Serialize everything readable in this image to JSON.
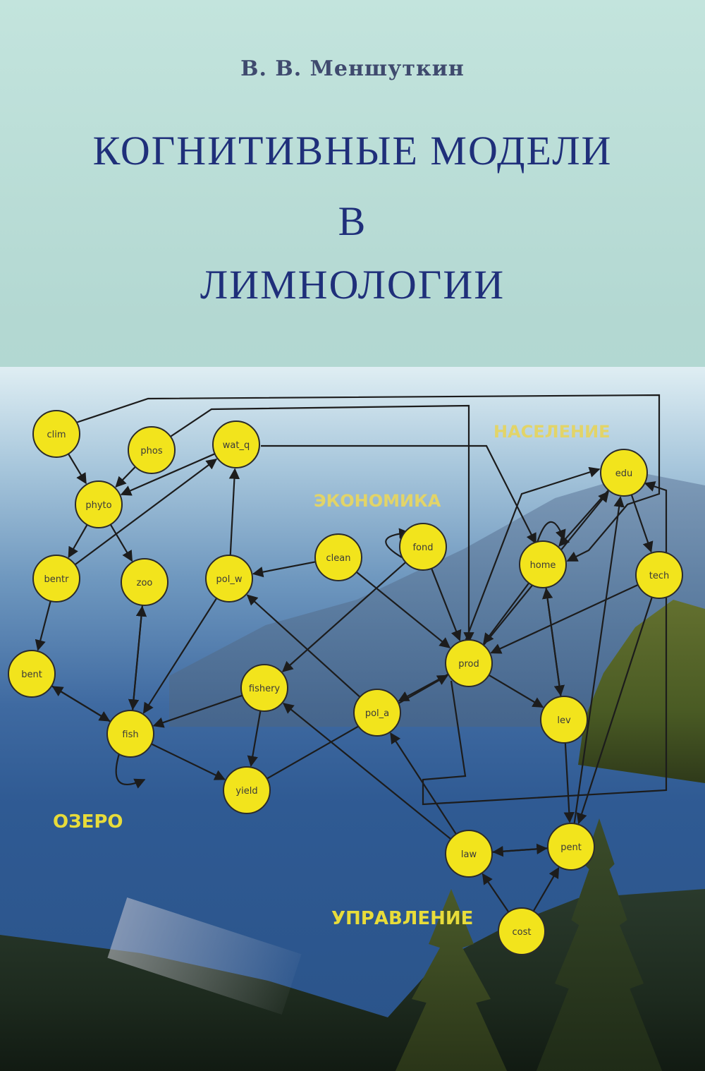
{
  "cover": {
    "author": "В. В. Меншуткин",
    "title_line1": "КОГНИТИВНЫЕ МОДЕЛИ",
    "title_line2": "В",
    "title_line3": "ЛИМНОЛОГИИ"
  },
  "diagram": {
    "zones": [
      {
        "id": "naselenie",
        "label": "НАСЕЛЕНИЕ",
        "color": "#e2d468"
      },
      {
        "id": "ekonomika",
        "label": "ЭКОНОМИКА",
        "color": "#e2d468"
      },
      {
        "id": "ozero",
        "label": "ОЗЕРО",
        "color": "#e8dc3a"
      },
      {
        "id": "upravlenie",
        "label": "УПРАВЛЕНИЕ",
        "color": "#e8dc3a"
      }
    ],
    "nodes": [
      {
        "id": "clim",
        "label": "clim"
      },
      {
        "id": "phos",
        "label": "phos"
      },
      {
        "id": "wat_q",
        "label": "wat_q"
      },
      {
        "id": "phyto",
        "label": "phyto"
      },
      {
        "id": "bentr",
        "label": "bentr"
      },
      {
        "id": "zoo",
        "label": "zoo"
      },
      {
        "id": "pol_w",
        "label": "pol_w"
      },
      {
        "id": "clean",
        "label": "clean"
      },
      {
        "id": "fond",
        "label": "fond"
      },
      {
        "id": "edu",
        "label": "edu"
      },
      {
        "id": "home",
        "label": "home"
      },
      {
        "id": "tech",
        "label": "tech"
      },
      {
        "id": "bent",
        "label": "bent"
      },
      {
        "id": "fishery",
        "label": "fishery"
      },
      {
        "id": "prod",
        "label": "prod"
      },
      {
        "id": "pol_a",
        "label": "pol_a"
      },
      {
        "id": "lev",
        "label": "lev"
      },
      {
        "id": "fish",
        "label": "fish"
      },
      {
        "id": "yield",
        "label": "yield"
      },
      {
        "id": "law",
        "label": "law"
      },
      {
        "id": "pent",
        "label": "pent"
      },
      {
        "id": "cost",
        "label": "cost"
      }
    ]
  }
}
